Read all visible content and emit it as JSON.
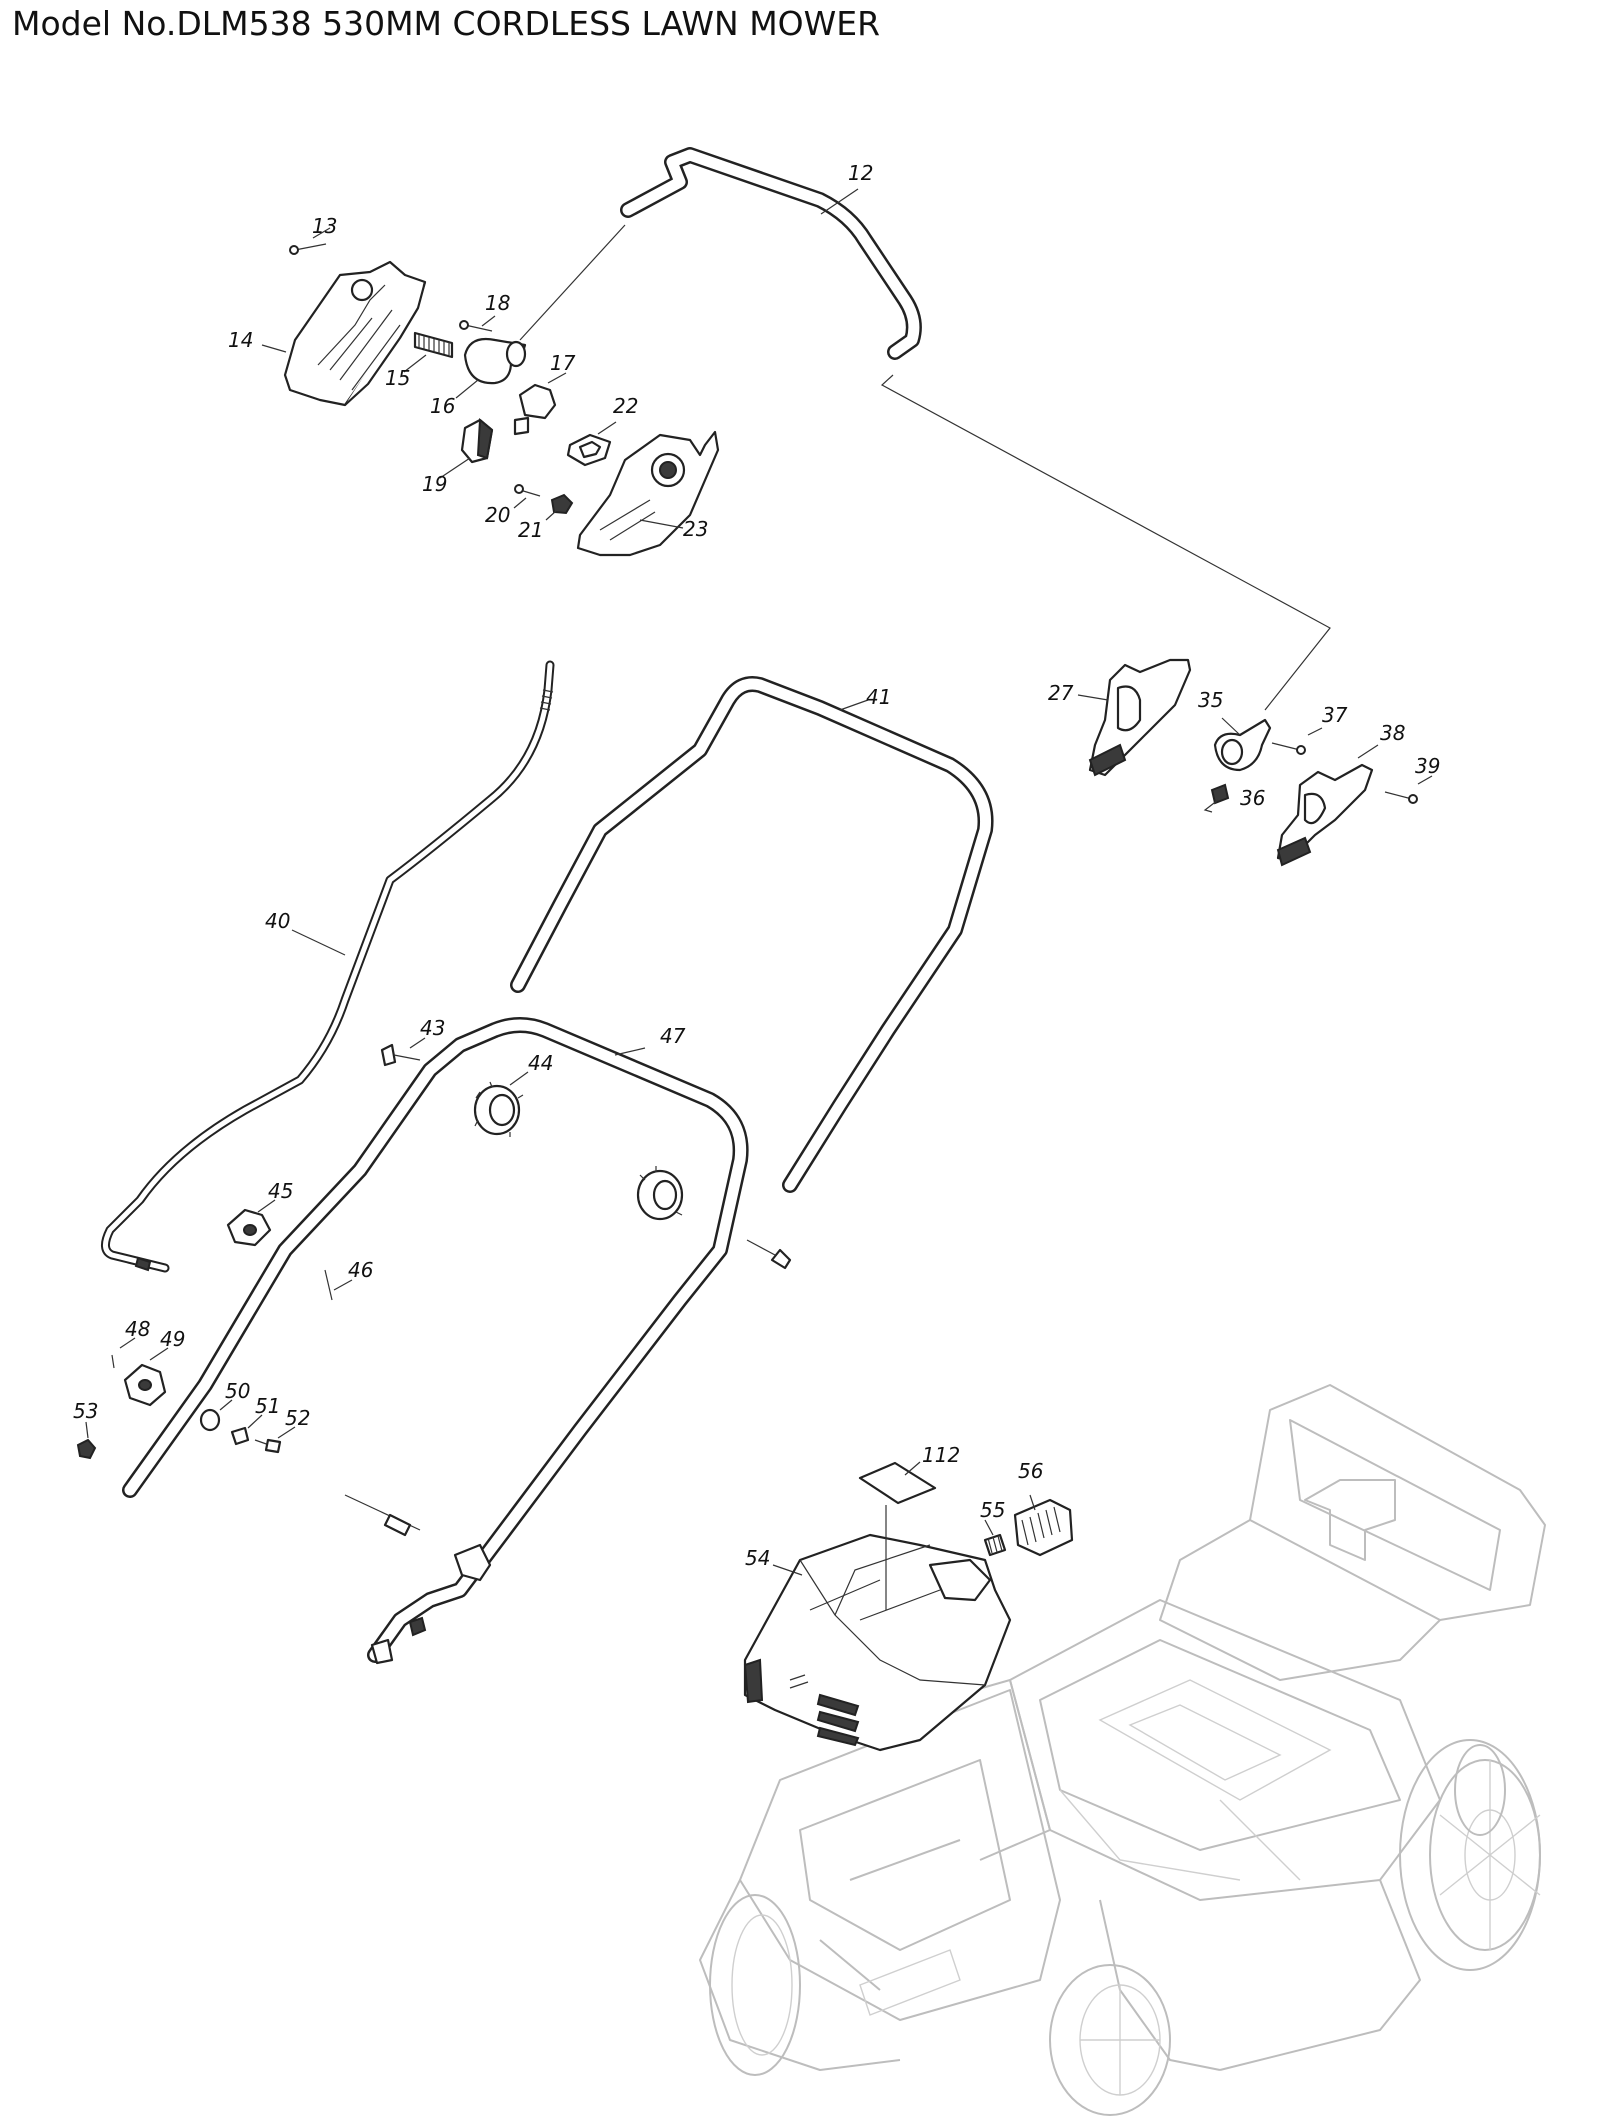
{
  "title": "Model No.DLM538 530MM CORDLESS LAWN MOWER",
  "callouts": {
    "p12": "12",
    "p13": "13",
    "p14": "14",
    "p15": "15",
    "p16": "16",
    "p17": "17",
    "p18": "18",
    "p19": "19",
    "p20": "20",
    "p21": "21",
    "p22": "22",
    "p23": "23",
    "p27": "27",
    "p35": "35",
    "p36": "36",
    "p37": "37",
    "p38": "38",
    "p39": "39",
    "p40": "40",
    "p41": "41",
    "p43": "43",
    "p44": "44",
    "p45": "45",
    "p46": "46",
    "p47": "47",
    "p48": "48",
    "p49": "49",
    "p50": "50",
    "p51": "51",
    "p52": "52",
    "p53": "53",
    "p54": "54",
    "p55": "55",
    "p56": "56",
    "p112": "112"
  }
}
